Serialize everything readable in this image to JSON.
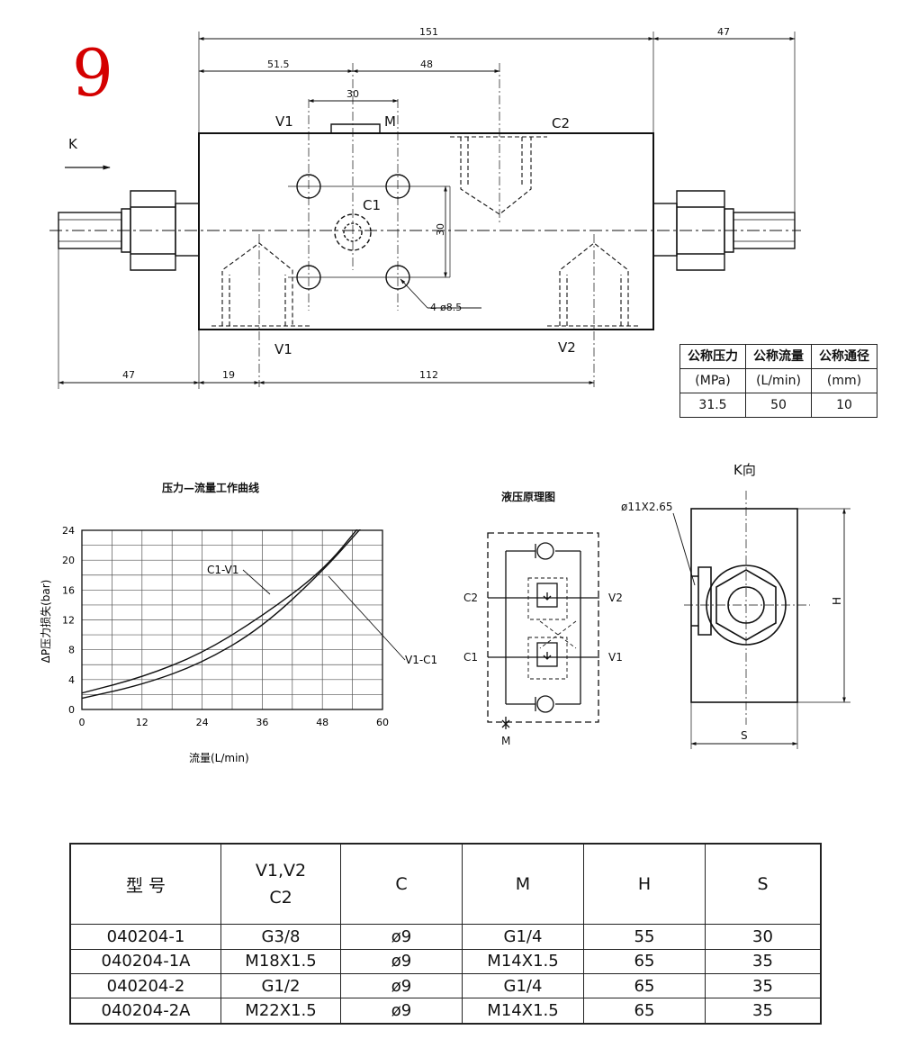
{
  "figure_number": "9",
  "top_view": {
    "dims": {
      "d151": "151",
      "d47_top": "47",
      "d515": "51.5",
      "d48": "48",
      "d30_top": "30",
      "d30_side": "30",
      "d47_bottom": "47",
      "d19": "19",
      "d112": "112"
    },
    "ports": {
      "v1_top": "V1",
      "m": "M",
      "c2": "C2",
      "c1": "C1",
      "v1_bottom": "V1",
      "v2": "V2"
    },
    "arrow_label": "K",
    "hole_callout": "4-ø8.5"
  },
  "spec_table": {
    "headers": [
      "公称压力",
      "公称流量",
      "公称通径"
    ],
    "units": [
      "(MPa)",
      "(L/min)",
      "(mm)"
    ],
    "values": [
      "31.5",
      "50",
      "10"
    ]
  },
  "curve_title": "压力—流量工作曲线",
  "chart_data": {
    "type": "line",
    "xlabel": "流量(L/min)",
    "ylabel": "ΔP压力损失(bar)",
    "x_ticks": [
      "0",
      "12",
      "24",
      "36",
      "48",
      "60"
    ],
    "y_ticks": [
      "0",
      "4",
      "8",
      "12",
      "16",
      "20",
      "24"
    ],
    "xlim": [
      0,
      60
    ],
    "ylim": [
      0,
      24
    ],
    "grid": true,
    "series": [
      {
        "name": "C1-V1",
        "points": [
          [
            0,
            1.5
          ],
          [
            12,
            3.3
          ],
          [
            24,
            6.2
          ],
          [
            36,
            11
          ],
          [
            48,
            18.5
          ],
          [
            56,
            24.5
          ]
        ]
      },
      {
        "name": "V1-C1",
        "points": [
          [
            0,
            2.2
          ],
          [
            12,
            4.3
          ],
          [
            24,
            7.5
          ],
          [
            36,
            12.5
          ],
          [
            48,
            18.5
          ],
          [
            56,
            25
          ]
        ]
      }
    ]
  },
  "circuit": {
    "title": "液压原理图",
    "labels": {
      "c2": "C2",
      "v2": "V2",
      "c1": "C1",
      "v1": "V1",
      "m": "M"
    }
  },
  "k_view": {
    "title": "K向",
    "oring": "ø11X2.65",
    "h_label": "H",
    "s_label": "S"
  },
  "model_table": {
    "headers": [
      "型 号",
      "V1,V2\nC2",
      "C",
      "M",
      "H",
      "S"
    ],
    "rows": [
      [
        "040204-1",
        "G3/8",
        "ø9",
        "G1/4",
        "55",
        "30"
      ],
      [
        "040204-1A",
        "M18X1.5",
        "ø9",
        "M14X1.5",
        "65",
        "35"
      ],
      [
        "040204-2",
        "G1/2",
        "ø9",
        "G1/4",
        "65",
        "35"
      ],
      [
        "040204-2A",
        "M22X1.5",
        "ø9",
        "M14X1.5",
        "65",
        "35"
      ]
    ]
  }
}
